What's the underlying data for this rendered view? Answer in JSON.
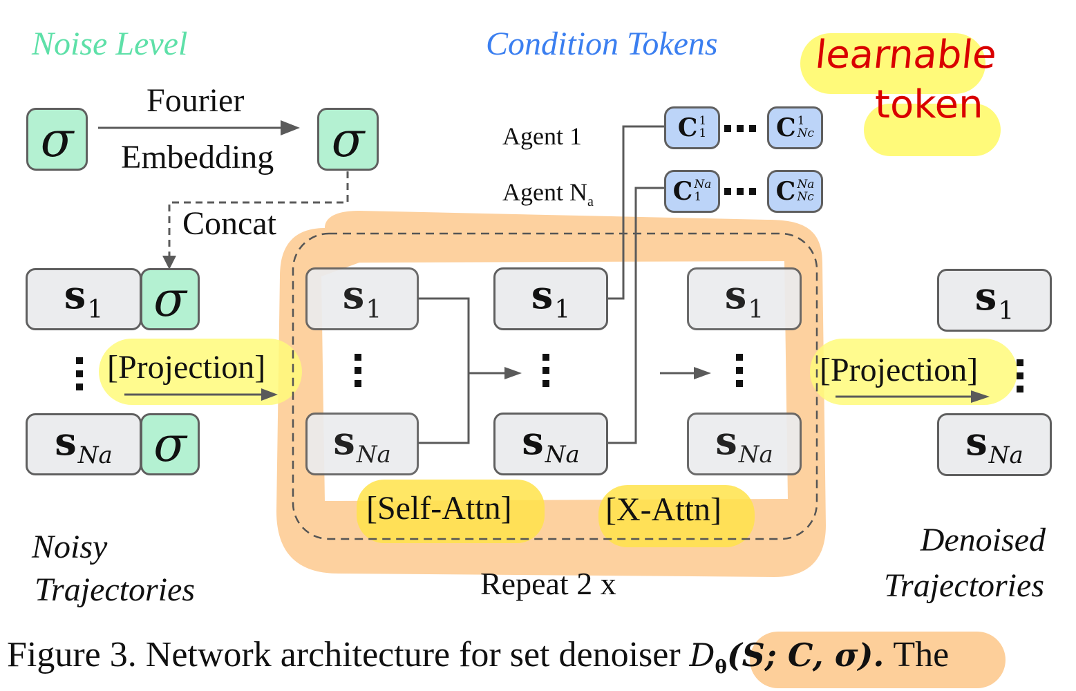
{
  "headings": {
    "noise_level": "Noise Level",
    "condition_tokens": "Condition Tokens"
  },
  "colors": {
    "noise_heading": "#5ee0a8",
    "condition_heading": "#3b7ff0",
    "sigma_box": "#b4f1d2",
    "state_box": "#ebecee",
    "condition_box": "#bcd4f8",
    "orange_highlight": "#fdcf9a",
    "yellow_highlight": "#fffa7a",
    "handwriting": "#d90000"
  },
  "noise": {
    "sigma_symbol": "σ",
    "fourier_label_line1": "Fourier",
    "fourier_label_line2": "Embedding",
    "concat_label": "Concat"
  },
  "agents": {
    "agent_1": "Agent 1",
    "agent_na_main": "Agent N",
    "agent_na_sub": "a"
  },
  "condition_tokens": {
    "symbol": "C",
    "rows": [
      {
        "first": {
          "sup": "1",
          "sub": "1"
        },
        "last": {
          "sup": "1",
          "sub": "Nc"
        }
      },
      {
        "first": {
          "sup": "Na",
          "sub": "1"
        },
        "last": {
          "sup": "Na",
          "sub": "Nc"
        }
      }
    ]
  },
  "states": {
    "symbol": "s",
    "first_sub": "1",
    "last_sub": "Na"
  },
  "operations": {
    "projection_in": "[Projection]",
    "projection_out": "[Projection]",
    "self_attn": "[Self-Attn]",
    "x_attn": "[X-Attn]",
    "repeat": "Repeat 2 x"
  },
  "io_labels": {
    "input_line1": "Noisy",
    "input_line2": "Trajectories",
    "output_line1": "Denoised",
    "output_line2": "Trajectories"
  },
  "annotation": {
    "line1": "learnable",
    "line2": "token"
  },
  "caption": {
    "prefix": "Figure 3. Network architecture for set denoiser ",
    "formula": "D_θ(S; C, σ).",
    "formula_D": "D",
    "formula_theta": "θ",
    "formula_args": "(S; C, σ).",
    "suffix": " The"
  }
}
